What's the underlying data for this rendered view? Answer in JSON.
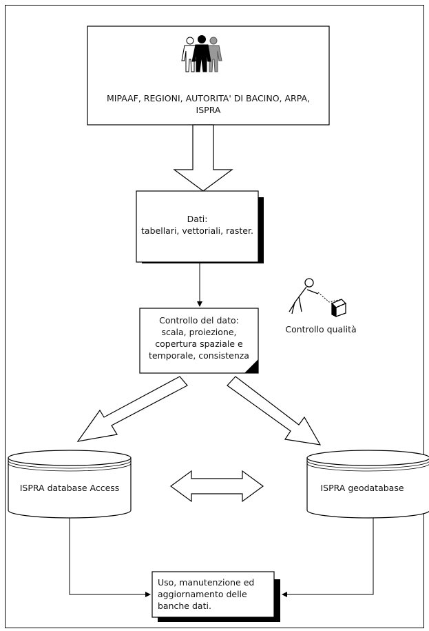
{
  "boxes": {
    "sources": {
      "line1": "MIPAAF, REGIONI, AUTORITA' DI BACINO, ARPA,",
      "line2": "ISPRA"
    },
    "data": {
      "line1": "Dati:",
      "line2": "tabellari, vettoriali, raster."
    },
    "control": {
      "line1": "Controllo del dato:",
      "line2": "scala, proiezione,",
      "line3": "copertura spaziale e",
      "line4": "temporale, consistenza"
    },
    "usage": {
      "line1": "Uso, manutenzione ed",
      "line2": "aggiornamento delle",
      "line3": "banche dati."
    }
  },
  "quality": {
    "label": "Controllo qualità",
    "icon": "person-inspecting-box-icon"
  },
  "databases": {
    "access": "ISPRA database Access",
    "geo": "ISPRA geodatabase"
  },
  "icons": {
    "people": "group-of-people-icon"
  },
  "colors": {
    "line": "#000000",
    "fill": "#ffffff",
    "shadow": "#000000",
    "people_gray": "#8a8a8a"
  }
}
